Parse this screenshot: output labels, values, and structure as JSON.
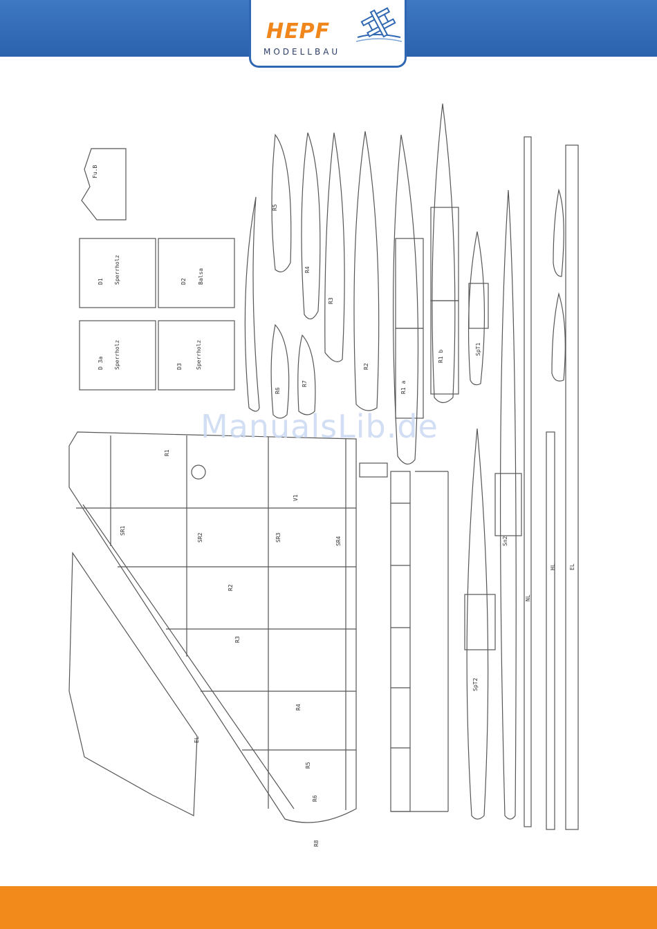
{
  "brand": {
    "name": "HEPF",
    "subtitle": "MODELLBAU"
  },
  "watermark": "ManualsLib.de",
  "colors": {
    "top_bar": "#2b62ad",
    "logo_text": "#f0861c",
    "bottom_bar": "#f28a1b",
    "line_art": "#555555"
  },
  "plan_labels": {
    "fus_top": "Fu.B",
    "d1": "D1",
    "d2": "D2",
    "d3": "D3",
    "d4": "D 3a",
    "sperrholz": "Sperrholz",
    "balsa": "Balsa",
    "r1": "R1",
    "r2": "R2",
    "r3": "R3",
    "r4": "R4",
    "r5": "R5",
    "r6": "R6",
    "r7": "R7",
    "r8": "R8",
    "v1": "V1",
    "sr1": "SR1",
    "sr2": "SR2",
    "sr3": "SR3",
    "sr4": "SR4",
    "spt1": "SpT1",
    "spt2": "SpT2",
    "sn2": "Sn2",
    "el": "EL",
    "nl": "NL",
    "hl": "HL",
    "r1a": "R1 a",
    "r1b": "R1 b"
  }
}
